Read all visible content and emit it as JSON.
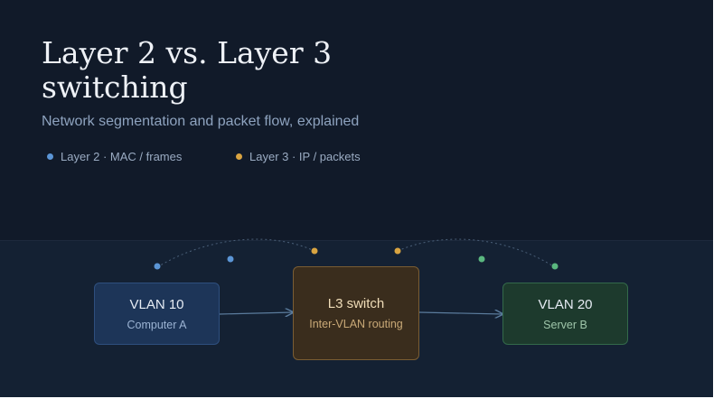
{
  "title": "Layer 2 vs. Layer 3 switching",
  "subtitle": "Network segmentation and packet flow, explained",
  "legend": [
    {
      "label": "Layer 2 · MAC / frames",
      "color": "#5b95d6"
    },
    {
      "label": "Layer 3 · IP / packets",
      "color": "#d9a441"
    }
  ],
  "nodes": {
    "vlan10": {
      "title": "VLAN 10",
      "subtitle": "Computer A"
    },
    "l3_switch": {
      "title": "L3 switch",
      "subtitle": "Inter-VLAN routing"
    },
    "vlan20": {
      "title": "VLAN 20",
      "subtitle": "Server B"
    }
  },
  "colors": {
    "background": "#111a29",
    "band": "#142133",
    "vlan10_dot": "#5b95d6",
    "l3_dot": "#d9a441",
    "vlan20_dot": "#5ab77f",
    "connector": "#5b7c9d"
  }
}
